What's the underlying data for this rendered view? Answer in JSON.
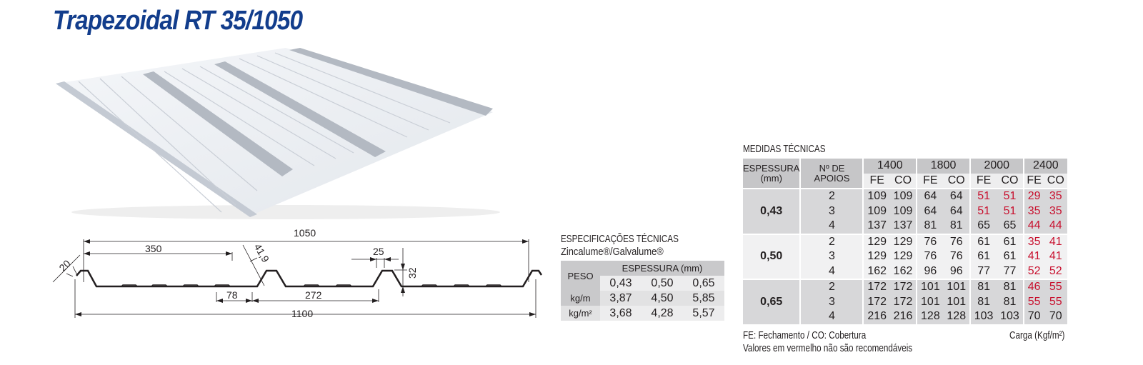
{
  "title": "Trapezoidal RT 35/1050",
  "product_image": {
    "icon": "corrugated-roof-sheet-image"
  },
  "profile_drawing": {
    "dimensions": {
      "total_useful_width": "1050",
      "total_width": "1100",
      "rib_pitch": "350",
      "edge_height": "20",
      "web_length": "41,9",
      "rib_base": "78",
      "valley_width": "272",
      "rib_top": "25",
      "rib_height": "32"
    }
  },
  "specs": {
    "heading": "ESPECIFICAÇÕES TÉCNICAS",
    "material": "Zincalume®/Galvalume®",
    "weight_label": "PESO",
    "thickness_label": "ESPESSURA (mm)",
    "thicknesses": [
      "0,43",
      "0,50",
      "0,65"
    ],
    "rows": [
      {
        "unit": "kg/m",
        "values": [
          "3,87",
          "4,50",
          "5,85"
        ]
      },
      {
        "unit": "kg/m²",
        "values": [
          "3,68",
          "4,28",
          "5,57"
        ]
      }
    ]
  },
  "measures": {
    "heading": "MEDIDAS TÉCNICAS",
    "col_thickness": "ESPESSURA",
    "col_thickness_unit": "(mm)",
    "col_supports": "Nº DE APOIOS",
    "spans": [
      "1400",
      "1800",
      "2000",
      "2400"
    ],
    "sub_headers": [
      "FE",
      "CO"
    ],
    "red_color": "#c8102e",
    "groups": [
      {
        "thickness": "0,43",
        "rows": [
          {
            "supports": "2",
            "values": [
              "109",
              "109",
              "64",
              "64",
              "51",
              "51",
              "29",
              "35"
            ],
            "red": [
              false,
              false,
              false,
              false,
              true,
              true,
              true,
              true
            ]
          },
          {
            "supports": "3",
            "values": [
              "109",
              "109",
              "64",
              "64",
              "51",
              "51",
              "35",
              "35"
            ],
            "red": [
              false,
              false,
              false,
              false,
              true,
              true,
              true,
              true
            ]
          },
          {
            "supports": "4",
            "values": [
              "137",
              "137",
              "81",
              "81",
              "65",
              "65",
              "44",
              "44"
            ],
            "red": [
              false,
              false,
              false,
              false,
              false,
              false,
              true,
              true
            ]
          }
        ]
      },
      {
        "thickness": "0,50",
        "rows": [
          {
            "supports": "2",
            "values": [
              "129",
              "129",
              "76",
              "76",
              "61",
              "61",
              "35",
              "41"
            ],
            "red": [
              false,
              false,
              false,
              false,
              false,
              false,
              true,
              true
            ]
          },
          {
            "supports": "3",
            "values": [
              "129",
              "129",
              "76",
              "76",
              "61",
              "61",
              "41",
              "41"
            ],
            "red": [
              false,
              false,
              false,
              false,
              false,
              false,
              true,
              true
            ]
          },
          {
            "supports": "4",
            "values": [
              "162",
              "162",
              "96",
              "96",
              "77",
              "77",
              "52",
              "52"
            ],
            "red": [
              false,
              false,
              false,
              false,
              false,
              false,
              true,
              true
            ]
          }
        ]
      },
      {
        "thickness": "0,65",
        "rows": [
          {
            "supports": "2",
            "values": [
              "172",
              "172",
              "101",
              "101",
              "81",
              "81",
              "46",
              "55"
            ],
            "red": [
              false,
              false,
              false,
              false,
              false,
              false,
              true,
              true
            ]
          },
          {
            "supports": "3",
            "values": [
              "172",
              "172",
              "101",
              "101",
              "81",
              "81",
              "55",
              "55"
            ],
            "red": [
              false,
              false,
              false,
              false,
              false,
              false,
              true,
              true
            ]
          },
          {
            "supports": "4",
            "values": [
              "216",
              "216",
              "128",
              "128",
              "103",
              "103",
              "70",
              "70"
            ],
            "red": [
              false,
              false,
              false,
              false,
              false,
              false,
              false,
              false
            ]
          }
        ]
      }
    ],
    "legend": "FE: Fechamento / CO: Cobertura",
    "note": "Valores em vermelho não são recomendáveis",
    "load_unit": "Carga (Kgf/m²)"
  }
}
